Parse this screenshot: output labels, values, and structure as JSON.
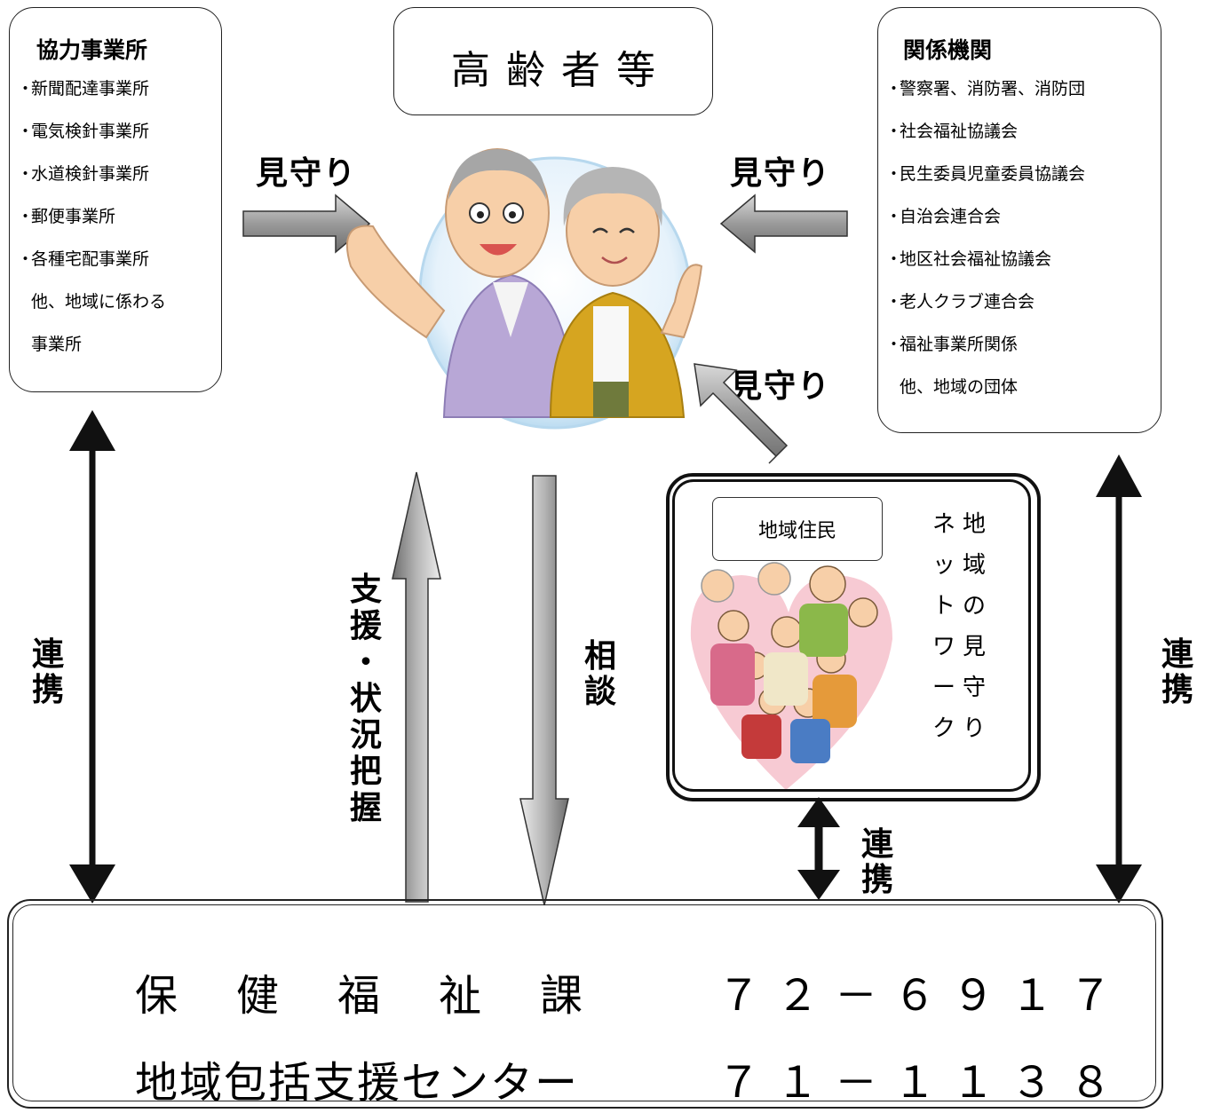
{
  "title": "高齢者等",
  "left_box": {
    "title": "協力事業所",
    "items": [
      {
        "bullet": "・",
        "text": "新聞配達事業所"
      },
      {
        "bullet": "・",
        "text": "電気検針事業所"
      },
      {
        "bullet": "・",
        "text": "水道検針事業所"
      },
      {
        "bullet": "・",
        "text": "郵便事業所"
      },
      {
        "bullet": "・",
        "text": "各種宅配事業所"
      },
      {
        "bullet": "",
        "text": "他、地域に係わる"
      },
      {
        "bullet": "",
        "text": "事業所"
      }
    ]
  },
  "right_box": {
    "title": "関係機関",
    "items": [
      {
        "bullet": "・",
        "text": "警察署、消防署、消防団"
      },
      {
        "bullet": "・",
        "text": "社会福祉協議会"
      },
      {
        "bullet": "・",
        "text": "民生委員児童委員協議会"
      },
      {
        "bullet": "・",
        "text": "自治会連合会"
      },
      {
        "bullet": "・",
        "text": "地区社会福祉協議会"
      },
      {
        "bullet": "・",
        "text": "老人クラブ連合会"
      },
      {
        "bullet": "・",
        "text": "福祉事業所関係"
      },
      {
        "bullet": "",
        "text": "他、地域の団体"
      }
    ]
  },
  "labels": {
    "mimamori_left": "見守り",
    "mimamori_right": "見守り",
    "mimamori_community": "見守り",
    "renkei_left": [
      "連",
      "携"
    ],
    "renkei_right": [
      "連",
      "携"
    ],
    "renkei_community": [
      "連",
      "携"
    ],
    "support": [
      "支",
      "援",
      "・",
      "状",
      "況",
      "把",
      "握"
    ],
    "consult": [
      "相",
      "談"
    ]
  },
  "community": {
    "title": "地域住民",
    "network_col_left": [
      "ネ",
      "ッ",
      "ト",
      "ワ",
      "ー",
      "ク"
    ],
    "network_col_right": [
      "地",
      "域",
      "の",
      "見",
      "守",
      "り"
    ]
  },
  "bottom": {
    "dept_name": "保健福祉課",
    "dept_phone": "７２－６９１７",
    "center_name": "地域包括支援センター",
    "center_phone": "７１－１１３８"
  },
  "colors": {
    "arrow_gray_dark": "#6e6e6e",
    "arrow_gray_light": "#d8d8d8",
    "black": "#111111",
    "circle_blue": "#cfe6f5",
    "heart_pink": "#f4b8c4"
  }
}
